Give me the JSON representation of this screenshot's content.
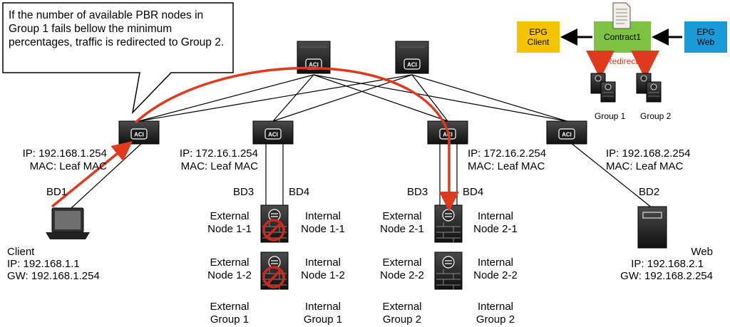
{
  "callout": {
    "text": "If the number of available PBR nodes in Group 1 fails bellow the minimum percentages, traffic is redirected to Group 2."
  },
  "contract": {
    "epg_client": "EPG\nClient",
    "epg_web": "EPG\nWeb",
    "contract_label": "Contract1",
    "redirect_label": "Redirect",
    "group1_label": "Group 1",
    "group2_label": "Group 2",
    "colors": {
      "epg_client": "#f5c400",
      "contract": "#7dc242",
      "epg_web": "#1a9ad6",
      "redirect": "#e03a1e"
    }
  },
  "spines": [
    {
      "icon": "aci-spine-icon"
    },
    {
      "icon": "aci-spine-icon"
    }
  ],
  "leaves": {
    "leaf1": {
      "ip": "IP: 192.168.1.254",
      "mac": "MAC: Leaf MAC"
    },
    "leaf2": {
      "ip": "IP: 172.16.1.254",
      "mac": "MAC: Leaf MAC"
    },
    "leaf3": {
      "ip": "IP: 172.16.2.254",
      "mac": "MAC: Leaf MAC"
    },
    "leaf4": {
      "ip": "IP: 192.168.2.254",
      "mac": "MAC: Leaf MAC"
    }
  },
  "bridge_domains": {
    "bd1": "BD1",
    "bd3_left": "BD3",
    "bd4_left": "BD4",
    "bd3_right": "BD3",
    "bd4_right": "BD4",
    "bd2": "BD2"
  },
  "client": {
    "title": "Client",
    "ip": "IP: 192.168.1.1",
    "gw": "GW: 192.168.1.254"
  },
  "web": {
    "title": "Web",
    "ip": "IP: 192.168.2.1",
    "gw": "GW: 192.168.2.254"
  },
  "nodes": {
    "ext_1_1": "External\nNode 1-1",
    "int_1_1": "Internal\nNode 1-1",
    "ext_1_2": "External\nNode 1-2",
    "int_1_2": "Internal\nNode 1-2",
    "ext_2_1": "External\nNode 2-1",
    "int_2_1": "Internal\nNode 2-1",
    "ext_2_2": "External\nNode 2-2",
    "int_2_2": "Internal\nNode 2-2"
  },
  "groups": {
    "ext_g1": "External\nGroup 1",
    "int_g1": "Internal\nGroup 1",
    "ext_g2": "External\nGroup 2",
    "int_g2": "Internal\nGroup 2"
  },
  "status": {
    "node_1_1": "failed",
    "node_1_2": "failed",
    "node_2_1": "active",
    "node_2_2": "active"
  }
}
